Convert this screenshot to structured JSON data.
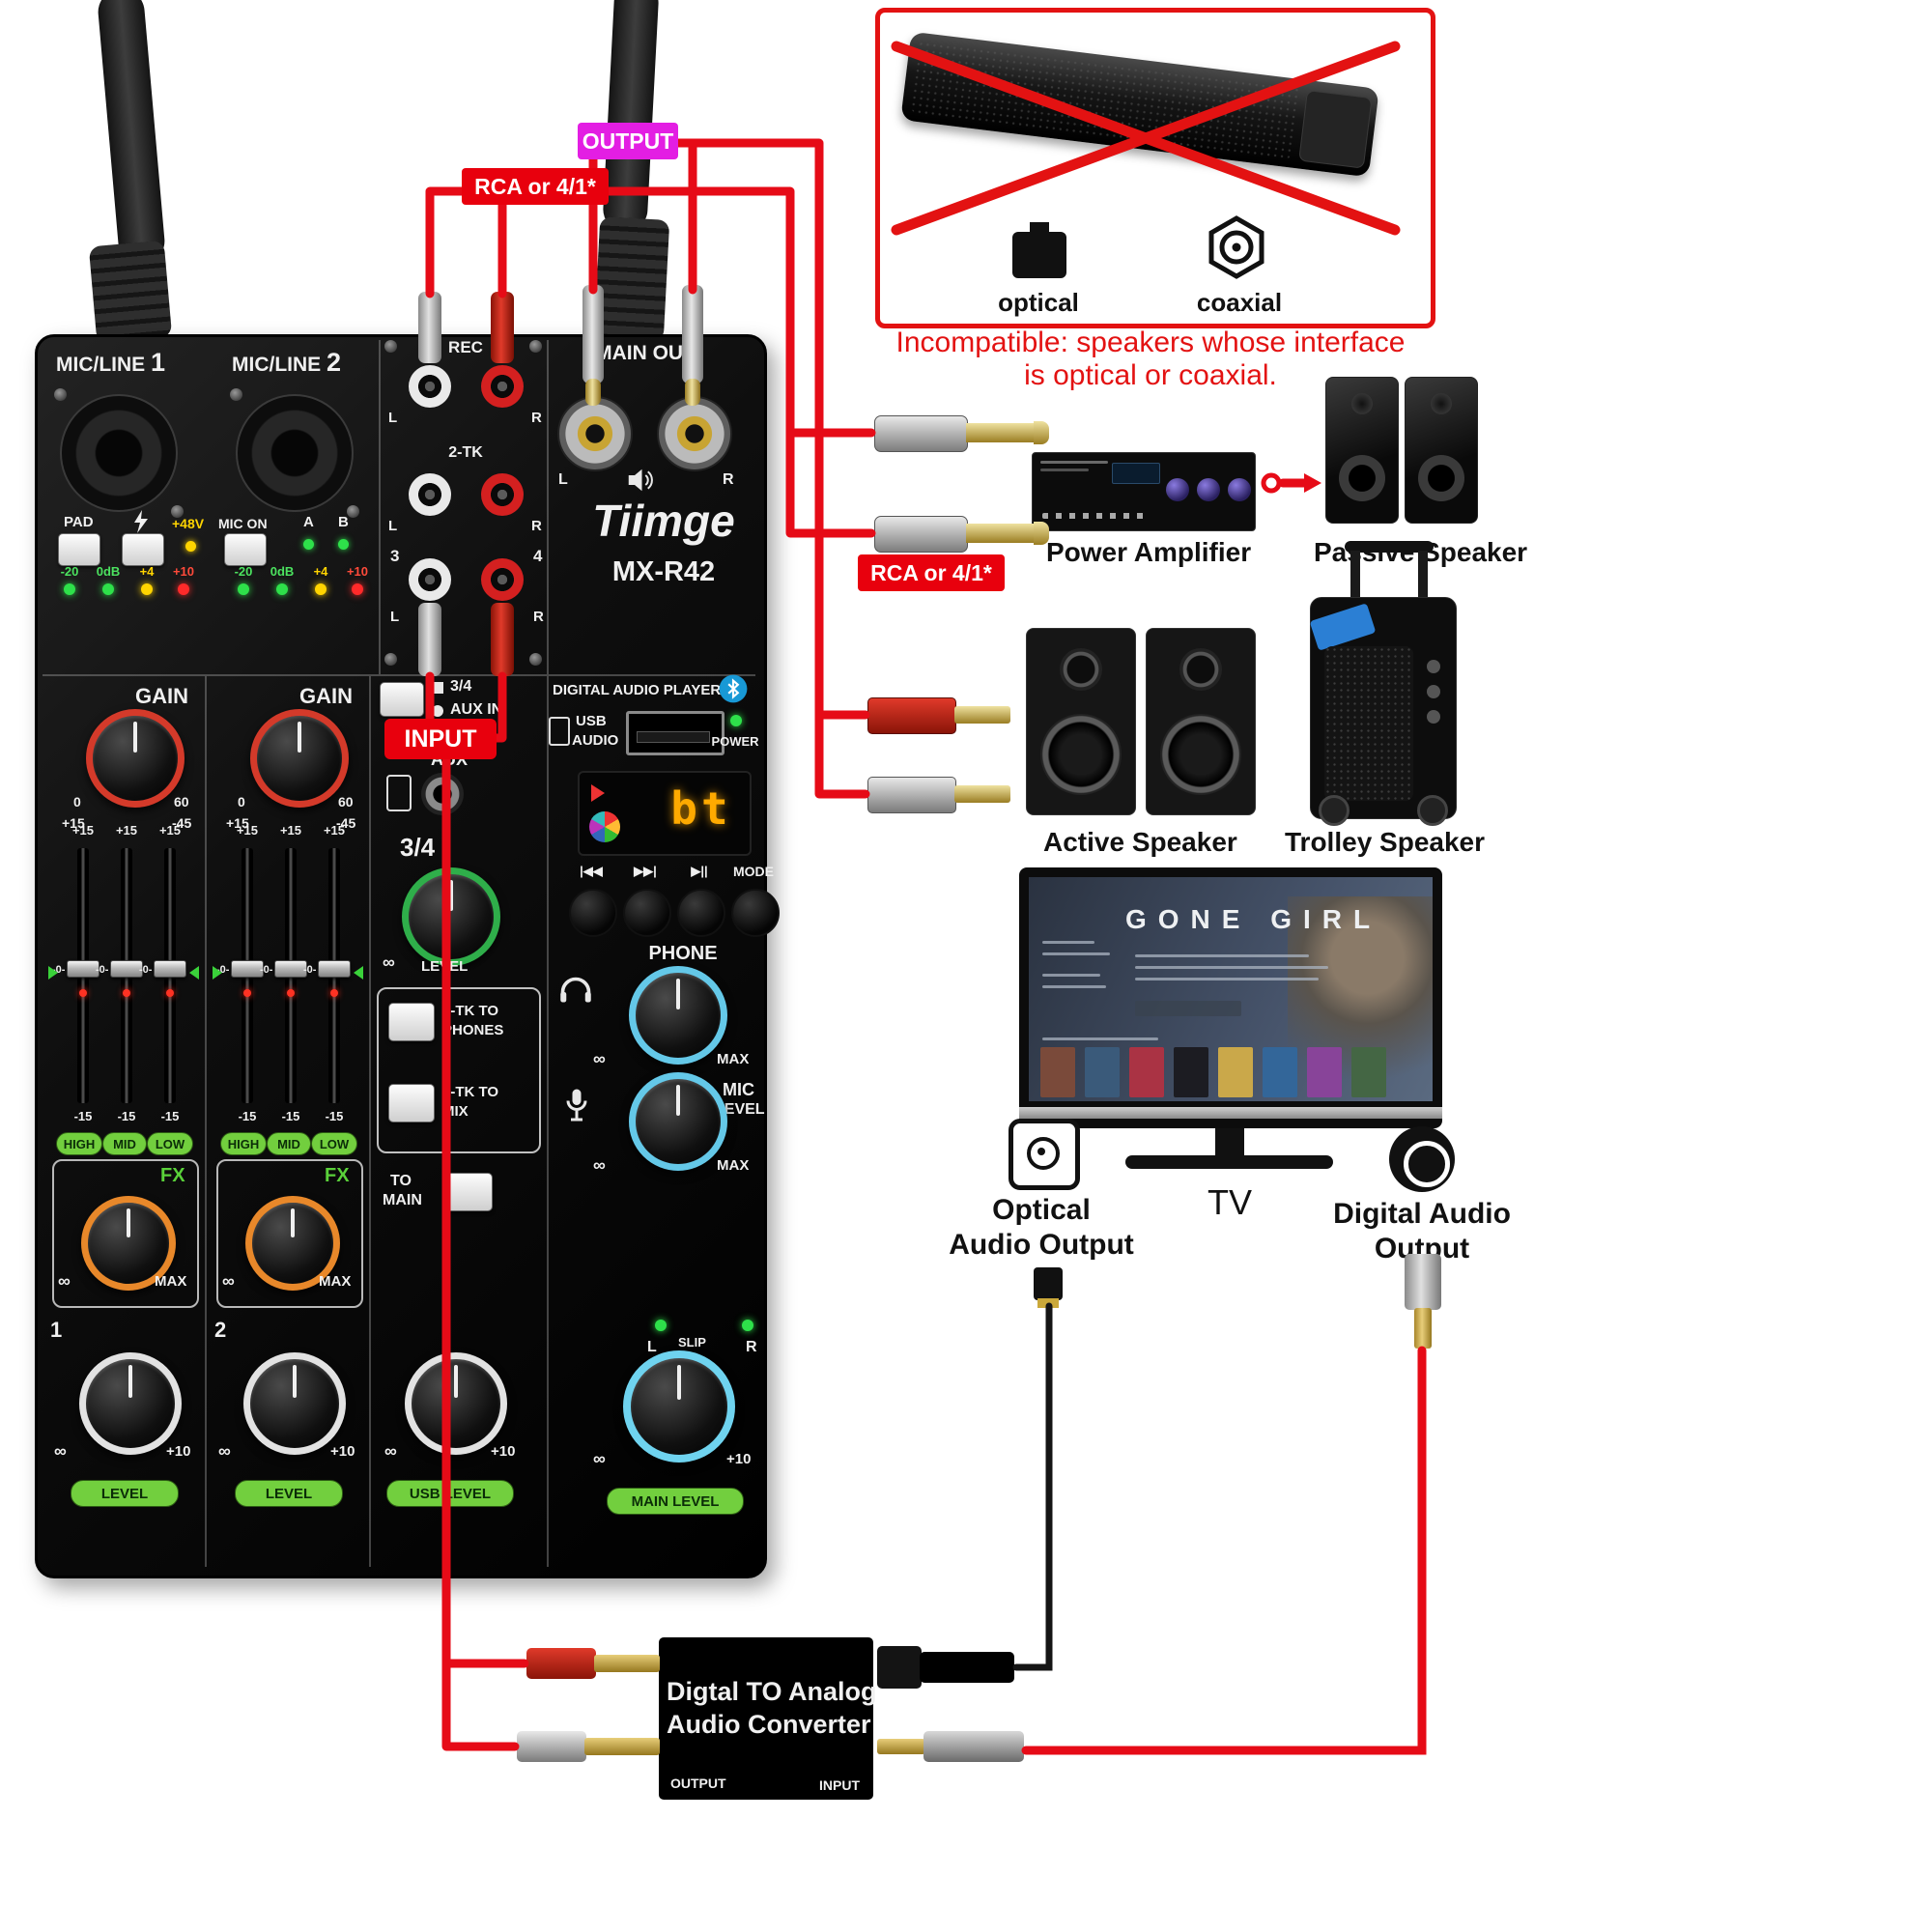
{
  "badges": {
    "output": "OUTPUT",
    "rca_top": "RCA or 4/1*",
    "input": "INPUT",
    "rca_right": "RCA or 4/1*"
  },
  "incompatible": {
    "optical_label": "optical",
    "coaxial_label": "coaxial",
    "caption_line1": "Incompatible: speakers whose interface",
    "caption_line2": "is optical or coaxial."
  },
  "mixer": {
    "brand": "Tiimge",
    "model": "MX-R42",
    "mic_line": "MIC/LINE",
    "ch_no_1": "1",
    "ch_no_2": "2",
    "pad": "PAD",
    "phantom": "+48V",
    "mic_on": "MIC ON",
    "a": "A",
    "b": "B",
    "meter": [
      "-20",
      "0dB",
      "+4",
      "+10"
    ],
    "rec": "REC",
    "two_tk": "2-TK",
    "jack3": "3",
    "jack4": "4",
    "l": "L",
    "r": "R",
    "main_out": "MAIN OUT",
    "gain": "GAIN",
    "gain_scale": [
      "0",
      "+15",
      "60",
      "-45"
    ],
    "slider_top": "+15",
    "slider_bot": "-15",
    "slider_mid": "-0-",
    "eq": [
      "HIGH",
      "MID",
      "LOW"
    ],
    "fx": "FX",
    "inf": "∞",
    "max": "MAX",
    "plus10": "+10",
    "level": "LEVEL",
    "aux34": "3/4",
    "aux_in": "AUX IN",
    "aux": "AUX",
    "player_title": "DIGITAL AUDIO PLAYER",
    "usb": "USB",
    "audio": "AUDIO",
    "power": "POWER",
    "display_text": "bt",
    "prev": "|◀◀",
    "next": "▶▶|",
    "play": "▶||",
    "mode": "MODE",
    "phone": "PHONE",
    "mic": "MIC",
    "tk_to": "2-TK TO",
    "phones": "PHONES",
    "mix": "MIX",
    "to": "TO",
    "main": "MAIN",
    "slip": "SLIP",
    "usb_level": "USB LEVEL",
    "main_level": "MAIN LEVEL"
  },
  "devices": {
    "power_amplifier": "Power Amplifier",
    "passive_speaker": "Passive Speaker",
    "active_speaker": "Active Speaker",
    "trolley_speaker": "Trolley Speaker",
    "tv": "TV",
    "tv_title": "GONE GIRL",
    "optical_out_line1": "Optical",
    "optical_out_line2": "Audio Output",
    "digital_out_line1": "Digital Audio",
    "digital_out_line2": "Output",
    "converter_line1": "Digtal TO Analog",
    "converter_line2": "Audio Converter",
    "converter_output": "OUTPUT",
    "converter_input": "INPUT"
  },
  "colors": {
    "cable_red": "#e60b17",
    "badge_magenta": "#e31ee3",
    "badge_red": "#e8000d",
    "led_green": "#2ee04a",
    "led_yellow": "#ffd400",
    "led_red": "#ff2a2a",
    "display_amber": "#ffaa00"
  }
}
